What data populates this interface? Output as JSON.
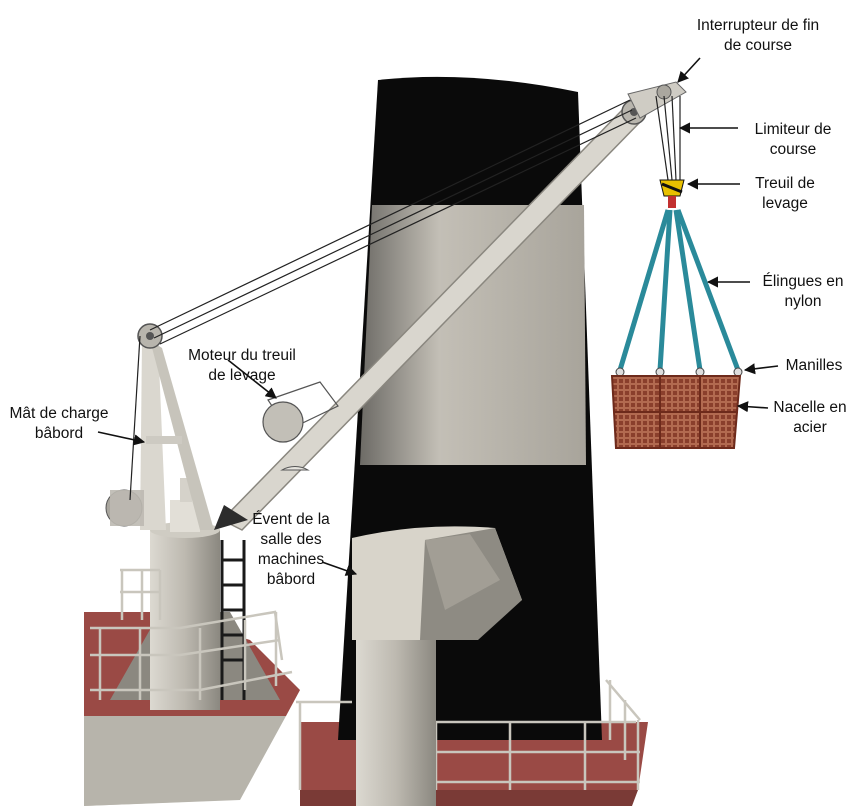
{
  "labels": {
    "limit_switch": [
      "Interrupteur de fin",
      "de course"
    ],
    "travel_limiter": [
      "Limiteur de",
      "course"
    ],
    "hoist_winch": [
      "Treuil de",
      "levage"
    ],
    "nylon_slings": [
      "Élingues en",
      "nylon"
    ],
    "shackles": [
      "Manilles"
    ],
    "steel_basket": [
      "Nacelle en",
      "acier"
    ],
    "hoist_motor": [
      "Moteur du treuil",
      "de levage"
    ],
    "port_derrick": [
      "Mât de charge",
      "bâbord"
    ],
    "engine_room_vent": [
      "Évent de la",
      "salle des",
      "machines",
      "bâbord"
    ]
  },
  "colors": {
    "funnel_black": "#0a0a0a",
    "funnel_band": "#b9b5ab",
    "deck_red": "#9a4a45",
    "structure_grey": "#c9c6bd",
    "sling_teal": "#2a8a9a",
    "basket_rust": "#a0553f",
    "hook_yellow": "#e8c000"
  }
}
